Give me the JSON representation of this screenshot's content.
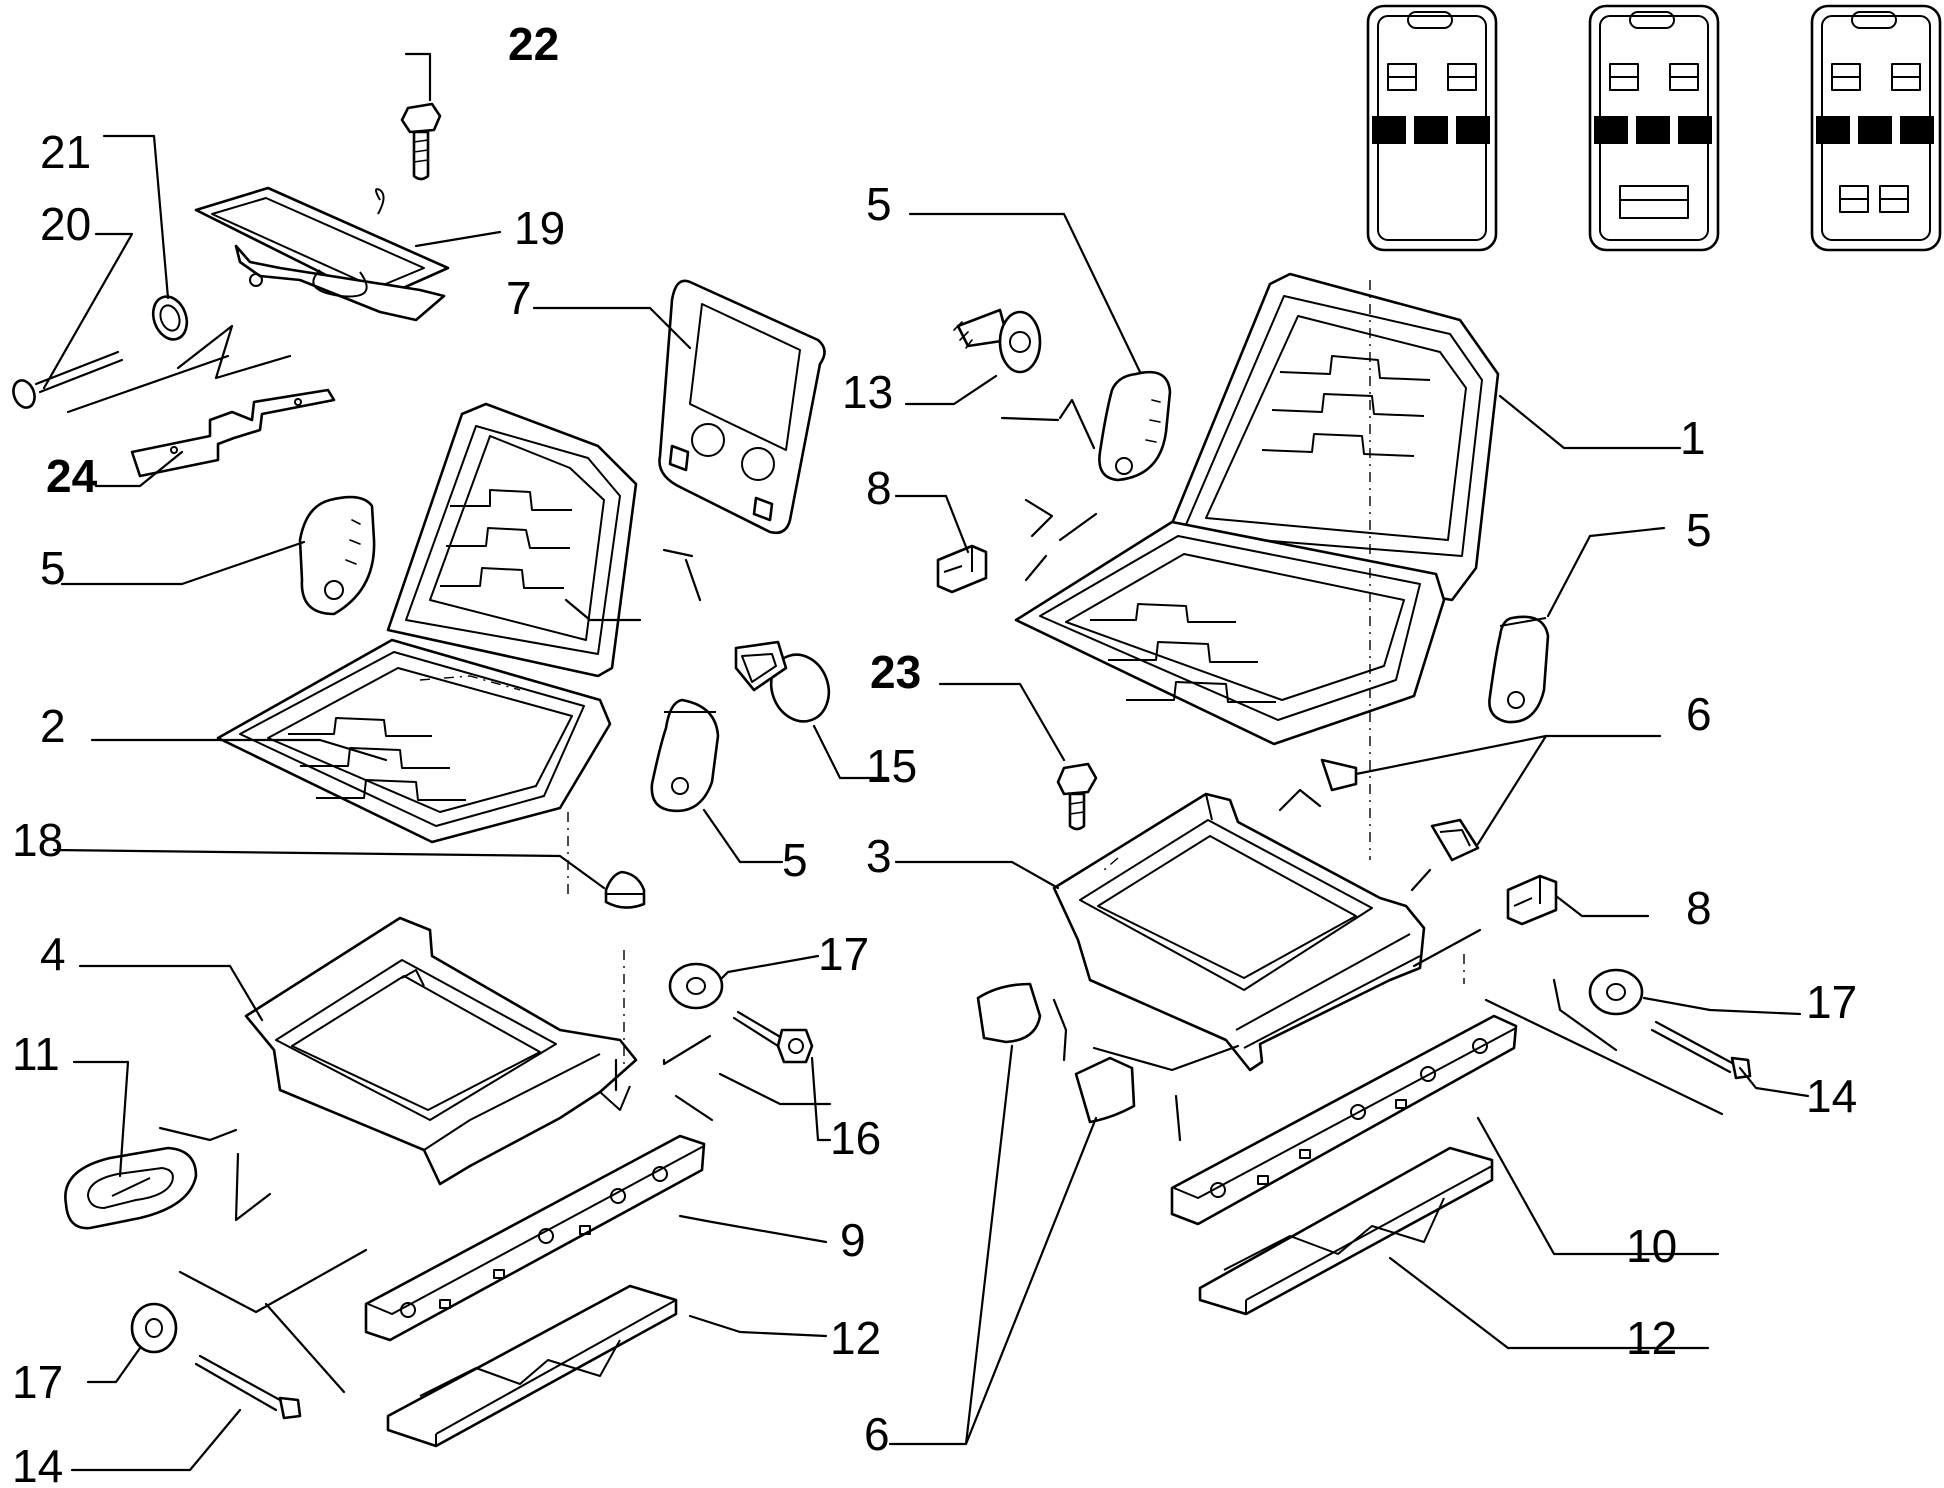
{
  "diagram": {
    "callouts": [
      {
        "id": "c22",
        "text": "22",
        "bold": true
      },
      {
        "id": "c21",
        "text": "21"
      },
      {
        "id": "c20",
        "text": "20"
      },
      {
        "id": "c19",
        "text": "19"
      },
      {
        "id": "c7",
        "text": "7"
      },
      {
        "id": "c24",
        "text": "24",
        "bold": true
      },
      {
        "id": "c5a",
        "text": "5"
      },
      {
        "id": "c2",
        "text": "2"
      },
      {
        "id": "c15",
        "text": "15"
      },
      {
        "id": "c5b",
        "text": "5"
      },
      {
        "id": "c18",
        "text": "18"
      },
      {
        "id": "c4",
        "text": "4"
      },
      {
        "id": "c17a",
        "text": "17"
      },
      {
        "id": "c11",
        "text": "11"
      },
      {
        "id": "c16",
        "text": "16"
      },
      {
        "id": "c9",
        "text": "9"
      },
      {
        "id": "c12a",
        "text": "12"
      },
      {
        "id": "c17b",
        "text": "17"
      },
      {
        "id": "c14a",
        "text": "14"
      },
      {
        "id": "c5c",
        "text": "5"
      },
      {
        "id": "c13",
        "text": "13"
      },
      {
        "id": "c1",
        "text": "1"
      },
      {
        "id": "c8a",
        "text": "8"
      },
      {
        "id": "c5d",
        "text": "5"
      },
      {
        "id": "c23",
        "text": "23",
        "bold": true
      },
      {
        "id": "c6a",
        "text": "6"
      },
      {
        "id": "c3",
        "text": "3"
      },
      {
        "id": "c8b",
        "text": "8"
      },
      {
        "id": "c17c",
        "text": "17"
      },
      {
        "id": "c14b",
        "text": "14"
      },
      {
        "id": "c10",
        "text": "10"
      },
      {
        "id": "c12b",
        "text": "12"
      },
      {
        "id": "c6b",
        "text": "6"
      }
    ]
  }
}
